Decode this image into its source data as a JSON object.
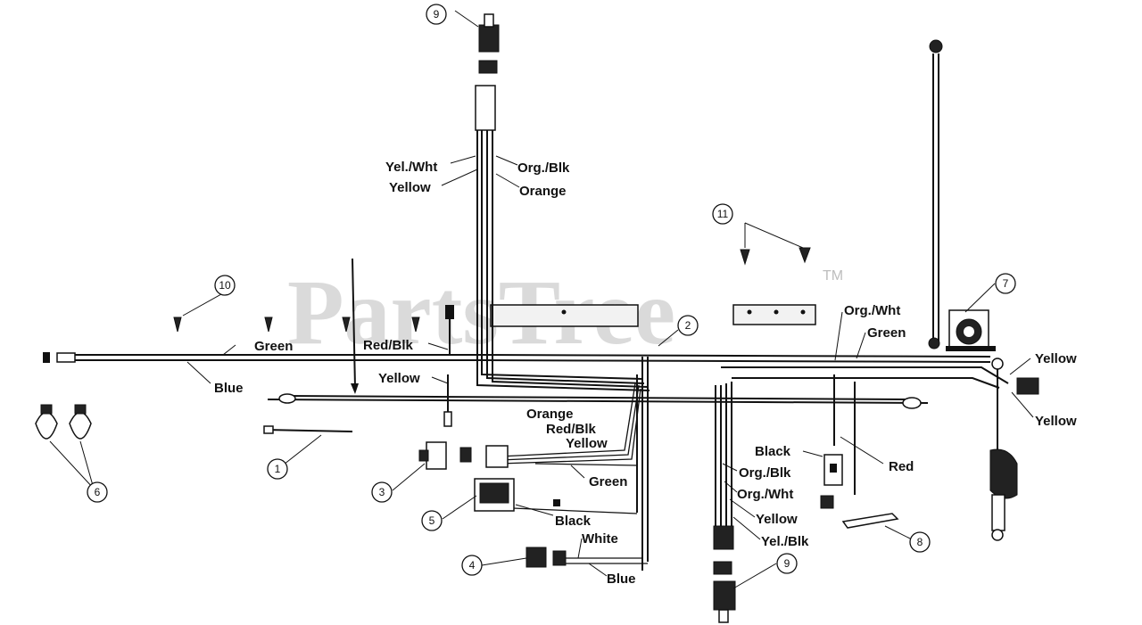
{
  "watermark": {
    "text": "PartsTree",
    "tm": "TM"
  },
  "labels": {
    "yel_wht_top": "Yel./Wht",
    "yellow_top": "Yellow",
    "org_blk_top": "Org./Blk",
    "orange_top": "Orange",
    "green_left": "Green",
    "blue_left": "Blue",
    "red_blk": "Red/Blk",
    "yellow_mid": "Yellow",
    "orange_mid": "Orange",
    "red_blk_mid": "Red/Blk",
    "yellow_mid2": "Yellow",
    "green_mid": "Green",
    "black_mid": "Black",
    "white_low": "White",
    "blue_low": "Blue",
    "org_wht_right": "Org./Wht",
    "green_right": "Green",
    "yellow_right_top": "Yellow",
    "yellow_right_bot": "Yellow",
    "black_right": "Black",
    "red_right": "Red",
    "org_blk_right": "Org./Blk",
    "org_wht_right2": "Org./Wht",
    "yellow_right2": "Yellow",
    "yel_blk_right": "Yel./Blk"
  },
  "callouts": {
    "c1": "1",
    "c2": "2",
    "c3": "3",
    "c4": "4",
    "c5": "5",
    "c6": "6",
    "c7": "7",
    "c8": "8",
    "c9a": "9",
    "c9b": "9",
    "c10": "10",
    "c11": "11"
  },
  "colors": {
    "ink": "#111111",
    "watermark": "#bdbdbd",
    "background": "#ffffff"
  }
}
